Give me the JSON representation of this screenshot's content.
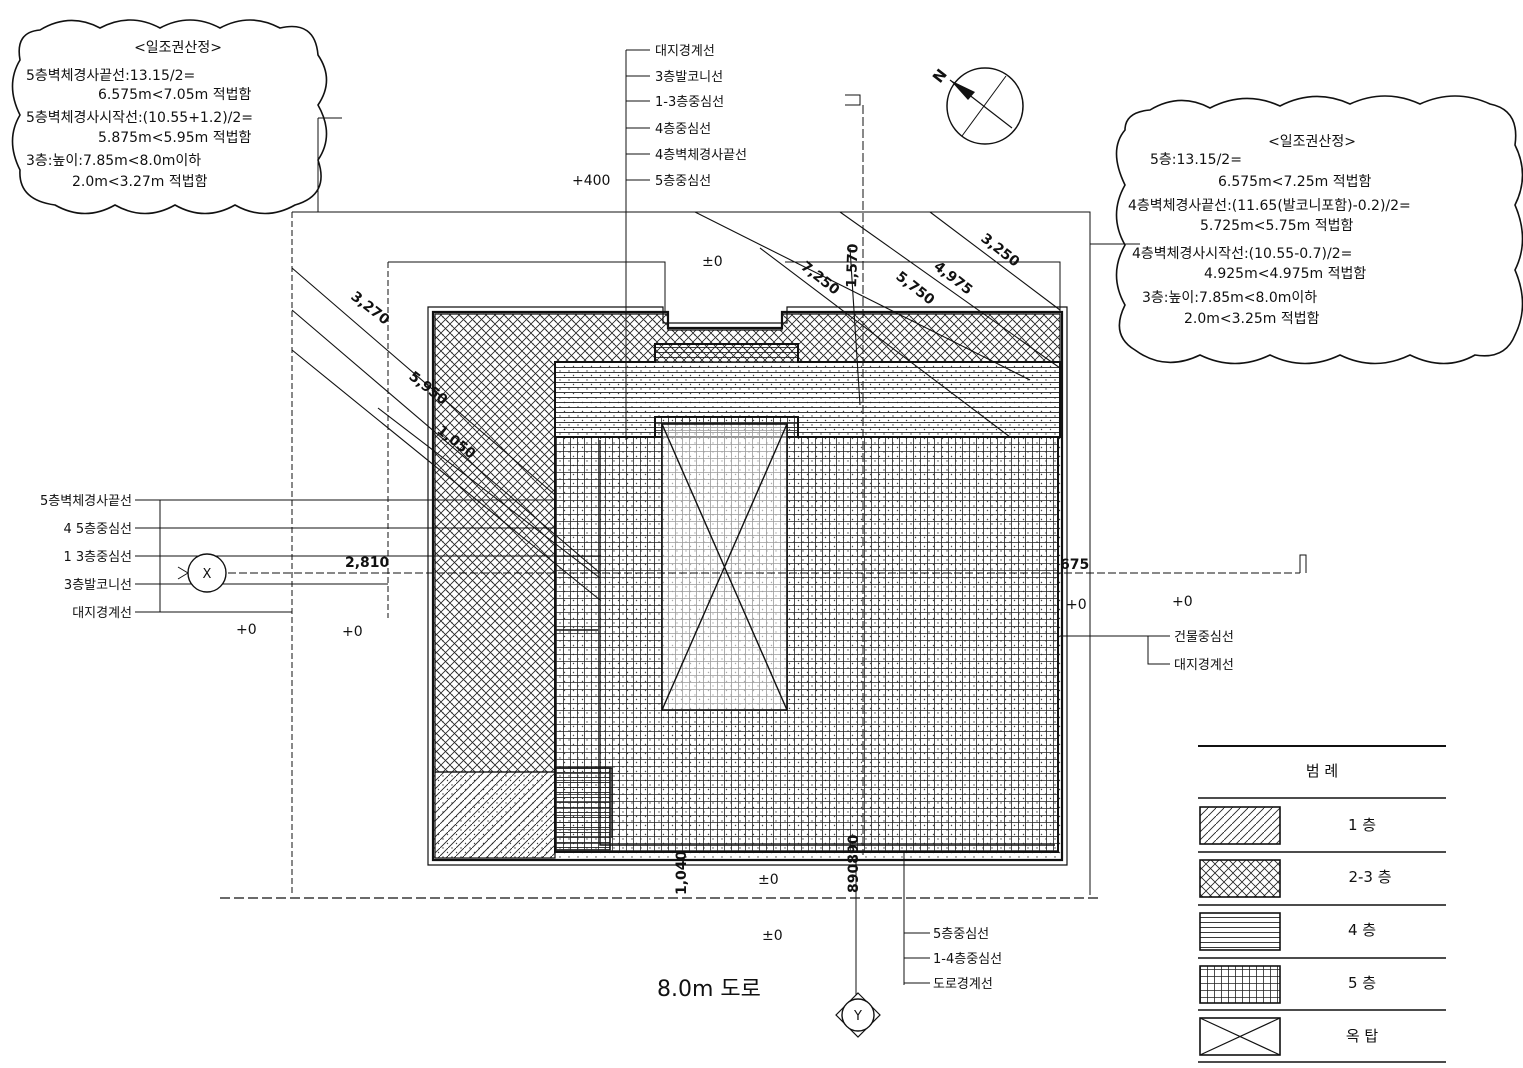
{
  "left_note": {
    "title": "<일조권산정>",
    "lines": [
      "5층벽체경사끝선:13.15/2=",
      "6.575m<7.05m 적법함",
      "5층벽체경사시작선:(10.55+1.2)/2=",
      "5.875m<5.95m 적법함",
      "3층:높이:7.85m<8.0m이하",
      "2.0m<3.27m 적법함"
    ]
  },
  "right_note": {
    "title": "<일조권산정>",
    "lines": [
      "5층:13.15/2=",
      "6.575m<7.25m 적법함",
      "4층벽체경사끝선:(11.65(발코니포함)-0.2)/2=",
      "5.725m<5.75m 적법함",
      "4층벽체경사시작선:(10.55-0.7)/2=",
      "4.925m<4.975m 적법함",
      "3층:높이:7.85m<8.0m이하",
      "2.0m<3.25m 적법함"
    ]
  },
  "top_labels": [
    "대지경계선",
    "3층발코니선",
    "1-3층중심선",
    "4층중심선",
    "4층벽체경사끝선",
    "5층중심선"
  ],
  "left_labels": [
    "5층벽체경사끝선",
    "4 5층중심선",
    "1 3층중심선",
    "3층발코니선",
    "대지경계선"
  ],
  "right_labels": [
    "건물중심선",
    "대지경계선"
  ],
  "bottom_labels": [
    "5층중심선",
    "1-4층중심선",
    "도로경계선"
  ],
  "levels": {
    "top_offset": "+400",
    "pm0_top": "±0",
    "left_a": "+0",
    "left_b": "+0",
    "right_a": "+0",
    "right_b": "+0",
    "bottom_a": "±0",
    "bottom_b": "±0"
  },
  "dimensions": {
    "d3270": "3,270",
    "d5950": "5,950",
    "d1050": "1,050",
    "d2810": "2,810",
    "d675": "675",
    "d7250": "7,250",
    "d1570": "1,570",
    "d5750": "5,750",
    "d4975": "4,975",
    "d3250": "3,250",
    "d1040": "1,040",
    "d890": "890890"
  },
  "axis": {
    "x": "X",
    "y": "Y",
    "north": "N"
  },
  "road": "8.0m 도로",
  "legend": {
    "title": "범      례",
    "items": [
      "1 층",
      "2-3 층",
      "4 층",
      "5 층",
      "옥 탑"
    ]
  },
  "colors": {
    "line": "#111111",
    "background": "#ffffff"
  }
}
